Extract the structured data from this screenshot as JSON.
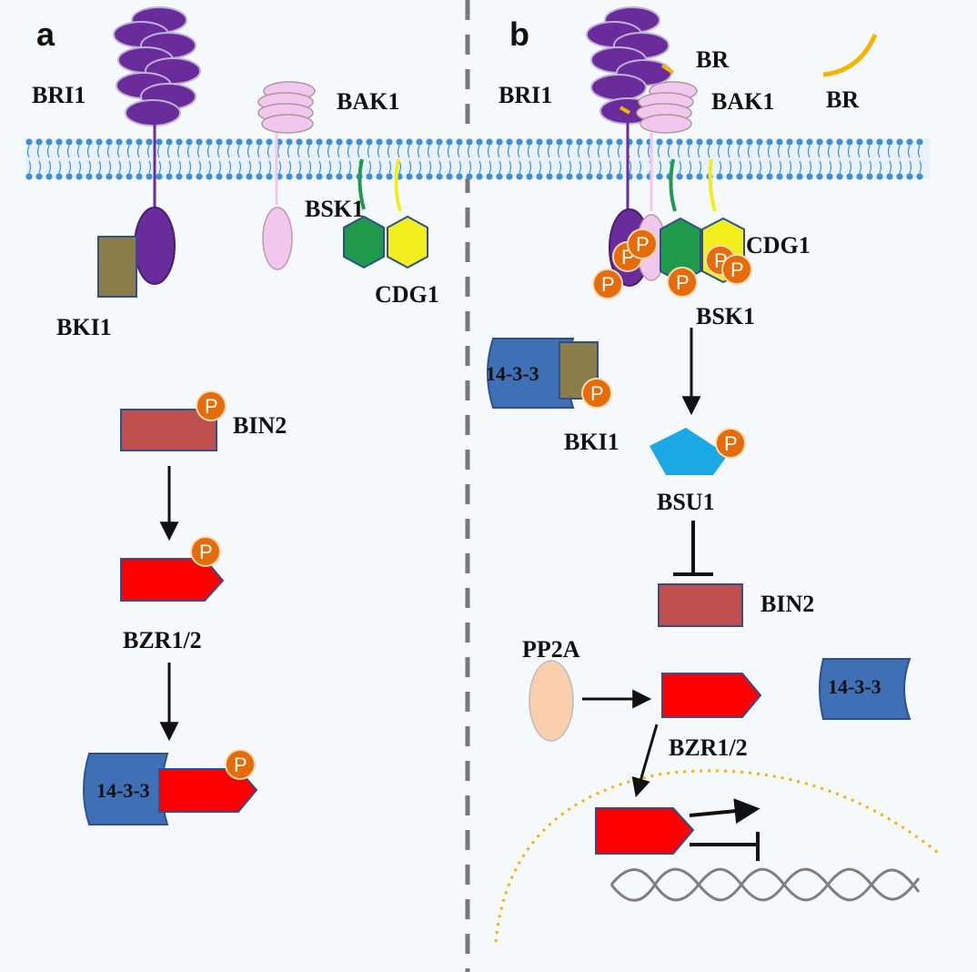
{
  "panels": {
    "a": "a",
    "b": "b"
  },
  "labels": {
    "a_bri1": "BRI1",
    "a_bak1": "BAK1",
    "a_bsk1": "BSK1",
    "a_cdg1": "CDG1",
    "a_bki1": "BKI1",
    "a_bin2": "BIN2",
    "a_bzr": "BZR1/2",
    "a_1433": "14-3-3",
    "b_br_top": "BR",
    "b_br_right": "BR",
    "b_bri1": "BRI1",
    "b_bak1": "BAK1",
    "b_cdg1": "CDG1",
    "b_bsk1": "BSK1",
    "b_1433_left": "14-3-3",
    "b_bki1": "BKI1",
    "b_bsu1": "BSU1",
    "b_bin2": "BIN2",
    "b_pp2a": "PP2A",
    "b_1433_right": "14-3-3",
    "b_bzr": "BZR1/2"
  },
  "phospho_label": "P",
  "colors": {
    "membrane": "#3d8fd6",
    "bri1": "#6a2c9a",
    "bak1": "#f2c7ee",
    "bki1": "#8b7d4a",
    "bsk1": "#1f9a4a",
    "cdg1": "#f2ee1e",
    "bin2": "#c0504d",
    "bzr": "#ff0000",
    "protein_1433": "#3f6fb5",
    "bsu1": "#1ba9e6",
    "pp2a": "#f9cfae",
    "phospho": "#e46c0a",
    "brassinosteroid": "#f4b400",
    "nucleus": "#f4b400",
    "dna": "#7f7f7f"
  }
}
